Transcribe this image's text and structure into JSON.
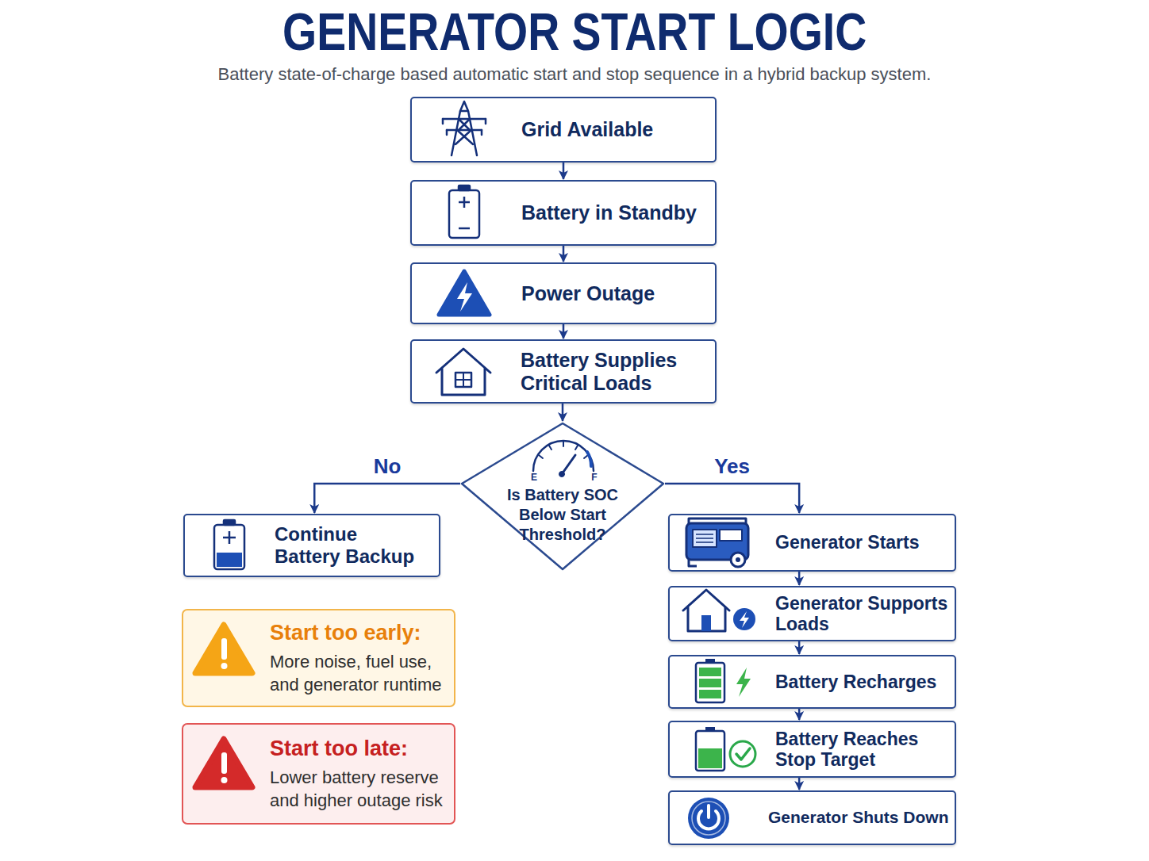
{
  "diagram": {
    "title": "GENERATOR START LOGIC",
    "caption": "Battery state-of-charge based automatic start and stop sequence in a hybrid backup system.",
    "nodes": [
      {
        "text": [
          "Grid Available"
        ]
      },
      {
        "text": [
          "Battery in Standby"
        ]
      },
      {
        "text": [
          "Power Outage"
        ]
      },
      {
        "text": [
          "Battery Supplies Critical Loads"
        ]
      },
      {
        "text": [
          "Is Battery SOC Below Start Threshold?"
        ]
      },
      {
        "text": [
          "Continue Battery Backup"
        ]
      },
      {
        "text": [
          "Generator Starts"
        ]
      },
      {
        "text": [
          "Generator Supports Loads"
        ]
      },
      {
        "text": [
          "Battery Recharges"
        ]
      },
      {
        "text": [
          "Battery Reaches Stop Target"
        ]
      },
      {
        "text": [
          "Generator Shuts Down"
        ]
      },
      {
        "text": [
          "Start too early:",
          "More noise, fuel use, and generator runtime"
        ]
      },
      {
        "text": [
          "Start too late:",
          "Lower battery reserve and higher outage risk"
        ]
      }
    ],
    "edges": [
      {
        "from": 0,
        "to": 1,
        "arrow": "to"
      },
      {
        "from": 1,
        "to": 2,
        "arrow": "to"
      },
      {
        "from": 2,
        "to": 3,
        "arrow": "to"
      },
      {
        "from": 3,
        "to": 4,
        "arrow": "to"
      },
      {
        "from": 4,
        "to": 5,
        "label": "No",
        "arrow": "to"
      },
      {
        "from": 4,
        "to": 6,
        "label": "Yes",
        "arrow": "to"
      },
      {
        "from": 6,
        "to": 7,
        "arrow": "to"
      },
      {
        "from": 7,
        "to": 8,
        "arrow": "to"
      },
      {
        "from": 8,
        "to": 9,
        "arrow": "to"
      },
      {
        "from": 9,
        "to": 10,
        "arrow": "to"
      }
    ],
    "labels": [
      "E",
      "F"
    ]
  }
}
